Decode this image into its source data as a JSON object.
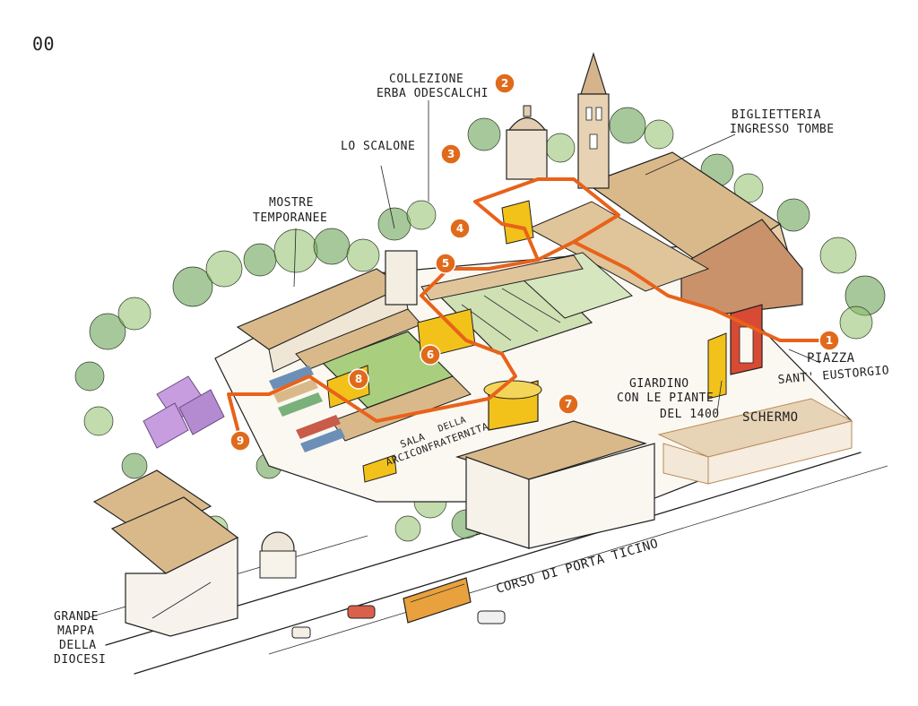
{
  "page_number": "00",
  "colors": {
    "route": "#e8621a",
    "pin": "#e06a1c",
    "yellow": "#f2c21a",
    "red": "#d94a34",
    "roof": "#d9b98a",
    "roof_dark": "#c79a62",
    "green": "#8fbf6a",
    "green_dark": "#5e9a48",
    "purple": "#b48ad0",
    "ink": "#1e1e1e"
  },
  "labels": {
    "collezione_1": "COLLEZIONE",
    "collezione_2": "ERBA ODESCALCHI",
    "scalone": "LO SCALONE",
    "mostre_1": "MOSTRE",
    "mostre_2": "TEMPORANEE",
    "biglietteria_1": "BIGLIETTERIA",
    "biglietteria_2": "INGRESSO TOMBE",
    "piazza_1": "PIAZZA",
    "piazza_2": "SANT' EUSTORGIO",
    "giardino_1": "GIARDINO",
    "giardino_2": "CON LE PIANTE",
    "giardino_3": "DEL 1400",
    "schermo": "SCHERMO",
    "sala_1": "SALA",
    "sala_2": "ARCICONFRATERNITA",
    "sala_3": "DELLA",
    "corso": "CORSO DI PORTA TICINO",
    "grande_1": "GRANDE",
    "grande_2": "MAPPA",
    "grande_3": "DELLA",
    "grande_4": "DIOCESI"
  },
  "pins": [
    {
      "n": "1"
    },
    {
      "n": "2"
    },
    {
      "n": "3"
    },
    {
      "n": "4"
    },
    {
      "n": "5"
    },
    {
      "n": "6"
    },
    {
      "n": "7"
    },
    {
      "n": "8"
    },
    {
      "n": "9"
    }
  ]
}
